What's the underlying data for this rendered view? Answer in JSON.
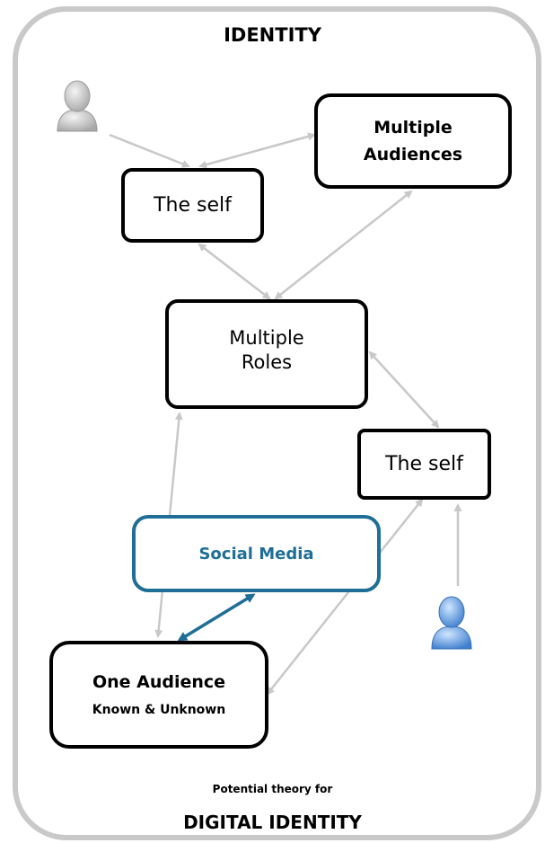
{
  "title_top": "IDENTITY",
  "caption_small": "Potential theory for",
  "caption_large": "DIGITAL IDENTITY",
  "nodes": {
    "the_self_top": "The self",
    "multiple_audiences_line1": "Multiple",
    "multiple_audiences_line2": "Audiences",
    "multiple_roles_line1": "Multiple",
    "multiple_roles_line2": "Roles",
    "the_self_right": "The self",
    "social_media": "Social Media",
    "one_audience": "One Audience",
    "known_unknown": "Known & Unknown"
  },
  "colors": {
    "frame": "#c9c9c9",
    "arrow_gray": "#c8c8c8",
    "accent_blue": "#1e6e97",
    "person_gray": "#b8b8b8",
    "person_blue": "#4f8ed6"
  },
  "icons": [
    "person-gray-icon",
    "person-blue-icon"
  ]
}
